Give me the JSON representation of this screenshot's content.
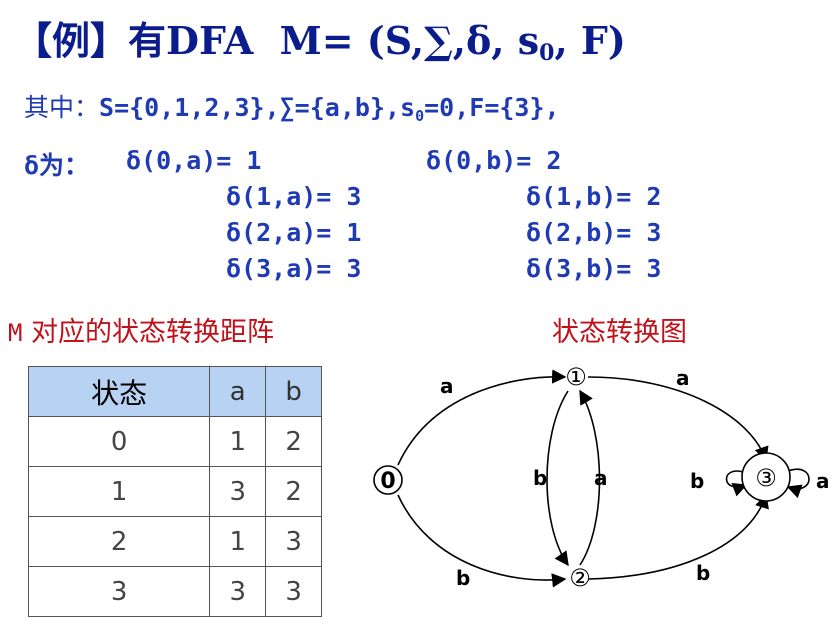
{
  "title": {
    "bracket_text": "【例】有DFA",
    "M_text": "M= (S,∑,δ, s",
    "sub": "0",
    "end": ", F)"
  },
  "line1": {
    "label": "其中：",
    "part1": "S={0,1,2,3},∑={a,b},s",
    "sub": "0",
    "part2": "=0,F={3},"
  },
  "delta": {
    "label": "δ为：",
    "row1_left": "δ(0,a)= 1",
    "row1_right": "δ(0,b)= 2",
    "row2_left": "δ(1,a)= 3",
    "row2_right": "δ(1,b)= 2",
    "row3_left": "δ(2,a)= 1",
    "row3_right": "δ(2,b)= 3",
    "row4_left": "δ(3,a)= 3",
    "row4_right": "δ(3,b)= 3"
  },
  "matrix_caption": {
    "m": "M",
    "text": "对应的状态转换距阵"
  },
  "diagram_caption": "状态转换图",
  "table": {
    "headers": [
      "状态",
      "a",
      "b"
    ],
    "rows": [
      [
        "0",
        "1",
        "2"
      ],
      [
        "1",
        "3",
        "2"
      ],
      [
        "2",
        "1",
        "3"
      ],
      [
        "3",
        "3",
        "3"
      ]
    ]
  },
  "diagram": {
    "nodes": [
      "0",
      "①",
      "②",
      "③"
    ],
    "edges": [
      {
        "from": "0",
        "to": "1",
        "label": "a"
      },
      {
        "from": "0",
        "to": "2",
        "label": "b"
      },
      {
        "from": "1",
        "to": "3",
        "label": "a"
      },
      {
        "from": "1",
        "to": "2",
        "label": "b"
      },
      {
        "from": "2",
        "to": "1",
        "label": "a"
      },
      {
        "from": "2",
        "to": "3",
        "label": "b"
      },
      {
        "from": "3",
        "to": "3",
        "label": "b"
      },
      {
        "from": "3",
        "to": "3",
        "label": "a"
      }
    ]
  }
}
